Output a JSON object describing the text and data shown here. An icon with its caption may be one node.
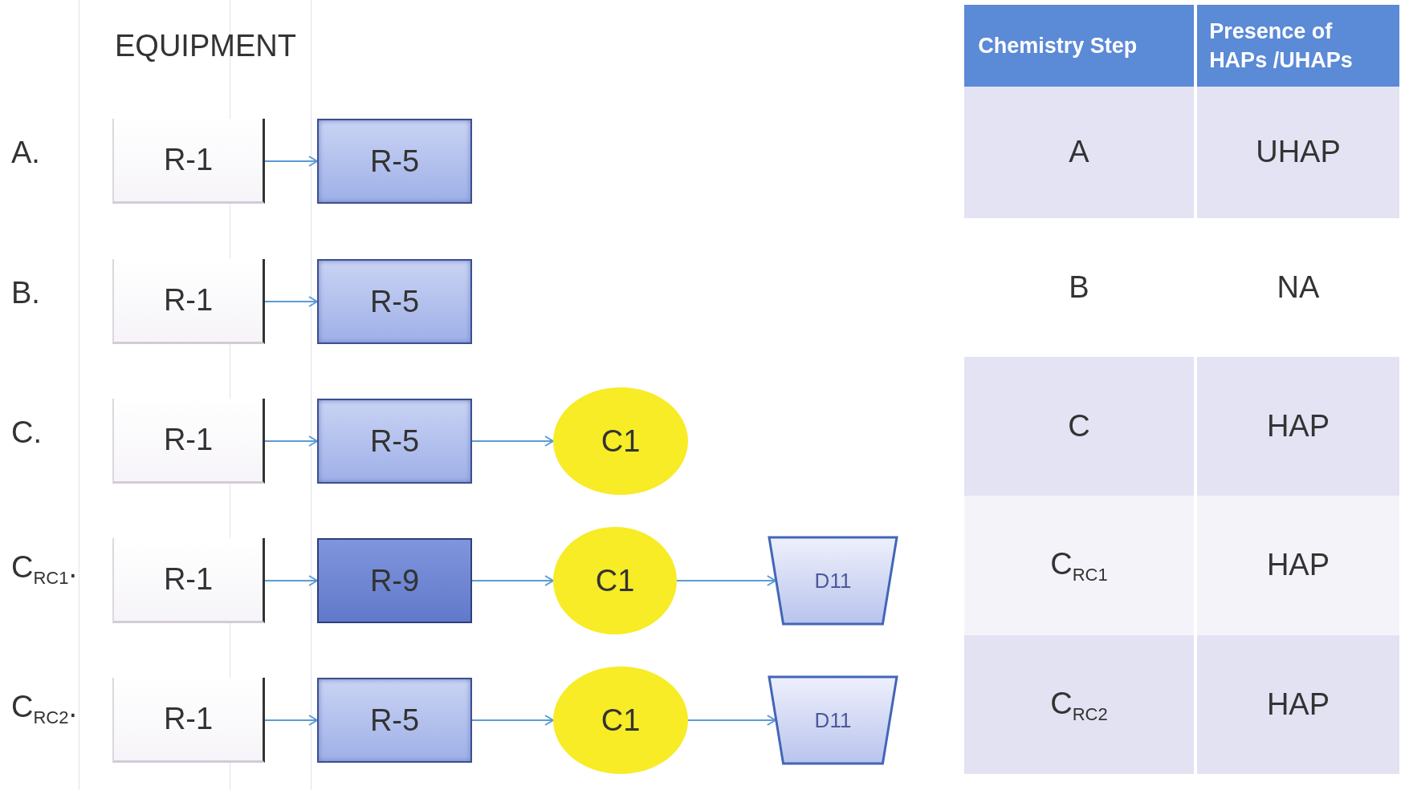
{
  "diagram": {
    "nodes": [
      {
        "text": [
          "R-1"
        ]
      },
      {
        "text": [
          "R-5"
        ]
      },
      {
        "text": [
          "R-1"
        ]
      },
      {
        "text": [
          "R-5"
        ]
      },
      {
        "text": [
          "R-1"
        ]
      },
      {
        "text": [
          "R-5"
        ]
      },
      {
        "text": [
          "C1"
        ]
      },
      {
        "text": [
          "R-1"
        ]
      },
      {
        "text": [
          "R-9"
        ]
      },
      {
        "text": [
          "C1"
        ]
      },
      {
        "text": [
          "D11"
        ]
      },
      {
        "text": [
          "R-1"
        ]
      },
      {
        "text": [
          "R-5"
        ]
      },
      {
        "text": [
          "C1"
        ]
      },
      {
        "text": [
          "D11"
        ]
      }
    ],
    "edges": [
      {
        "from": 0,
        "to": 1,
        "arrow": "to"
      },
      {
        "from": 2,
        "to": 3,
        "arrow": "to"
      },
      {
        "from": 4,
        "to": 5,
        "arrow": "to"
      },
      {
        "from": 5,
        "to": 6,
        "arrow": "to"
      },
      {
        "from": 7,
        "to": 8,
        "arrow": "to"
      },
      {
        "from": 8,
        "to": 9,
        "arrow": "to"
      },
      {
        "from": 9,
        "to": 10,
        "arrow": "to"
      },
      {
        "from": 11,
        "to": 12,
        "arrow": "to"
      },
      {
        "from": 12,
        "to": 13,
        "arrow": "to"
      },
      {
        "from": 13,
        "to": 14,
        "arrow": "to"
      }
    ],
    "labels": [
      "EQUIPMENT",
      "A.",
      "B.",
      "C.",
      "C$_{RC1}$.",
      "C$_{RC2}$.",
      "Chemistry Step",
      "Presence of HAPs /UHAPs",
      "A",
      "UHAP",
      "B",
      "NA",
      "C",
      "HAP",
      "C$_{RC1}$",
      "HAP",
      "C$_{RC2}$",
      "HAP"
    ]
  }
}
